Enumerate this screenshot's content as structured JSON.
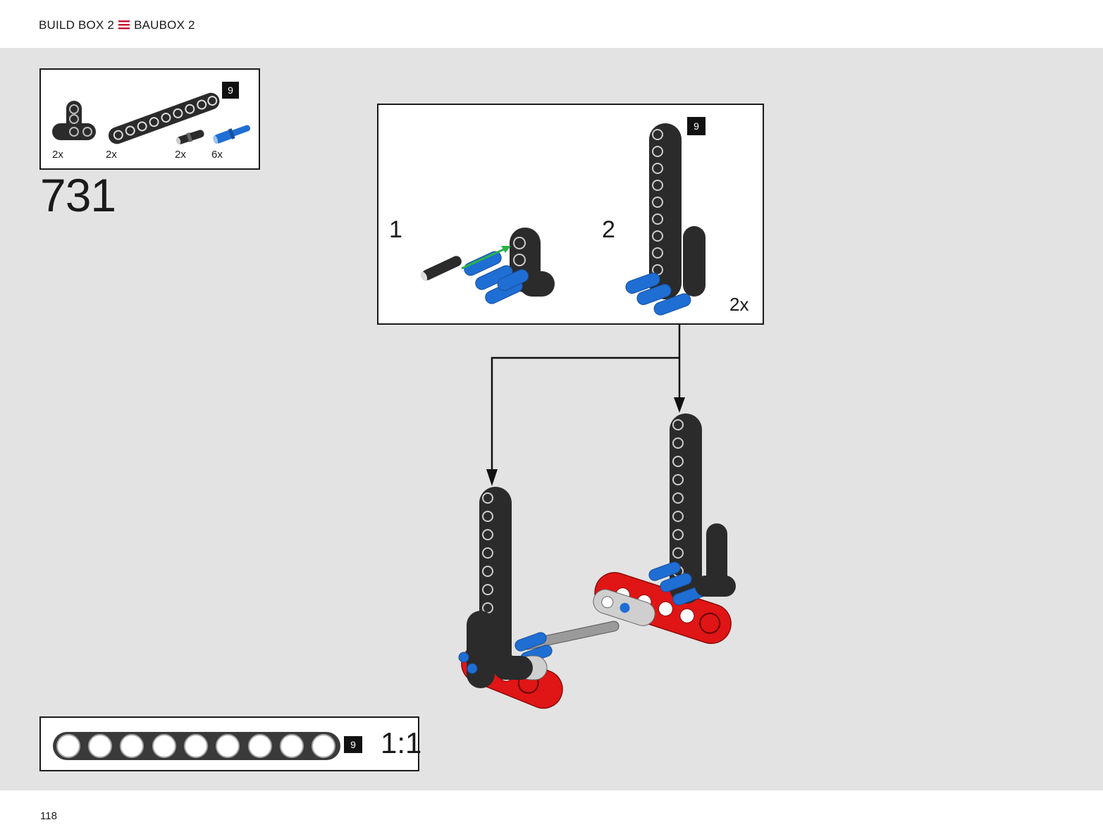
{
  "header": {
    "breadcrumb_en": "BUILD BOX 2",
    "breadcrumb_de": "BAUBOX 2",
    "separator_icon": "menu-lines-icon",
    "accent_color": "#c8102e"
  },
  "parts_list": {
    "items": [
      {
        "icon": "t-beam-icon",
        "qty": "2x"
      },
      {
        "icon": "beam-9-icon",
        "qty": "2x"
      },
      {
        "icon": "pin-black-icon",
        "qty": "2x"
      },
      {
        "icon": "pin-blue-icon",
        "qty": "6x"
      }
    ],
    "beam_length_badge": "9"
  },
  "step": {
    "number": "731"
  },
  "substep_box": {
    "step1_label": "1",
    "step2_label": "2",
    "badge": "9",
    "multiplier": "2x"
  },
  "scale_ref": {
    "badge": "9",
    "label": "1:1",
    "holes": 9
  },
  "footer": {
    "page_number": "118"
  },
  "colors": {
    "beam_black": "#2b2b2b",
    "pin_blue": "#1f6ed4",
    "frame_red": "#e01515",
    "arrow_green": "#2bb24a",
    "background": "#e3e3e3"
  }
}
